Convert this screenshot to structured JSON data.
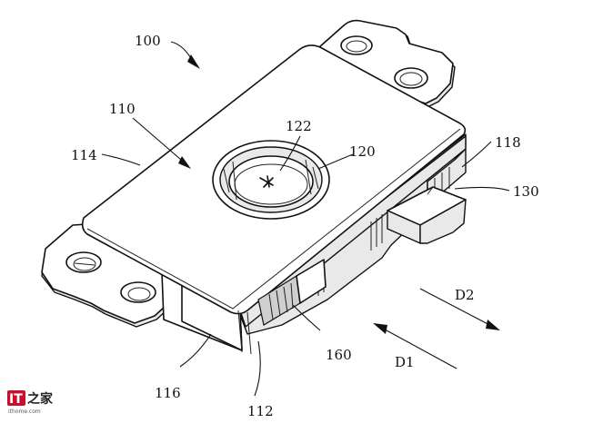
{
  "labels": {
    "l100": "100",
    "l110": "110",
    "l112": "112",
    "l114": "114",
    "l116": "116",
    "l118": "118",
    "l120": "120",
    "l122": "122",
    "l130": "130",
    "l160": "160",
    "ld1": "D1",
    "ld2": "D2"
  },
  "watermark": {
    "logo": "IT",
    "cn": "之家",
    "url": "ithome.com"
  }
}
